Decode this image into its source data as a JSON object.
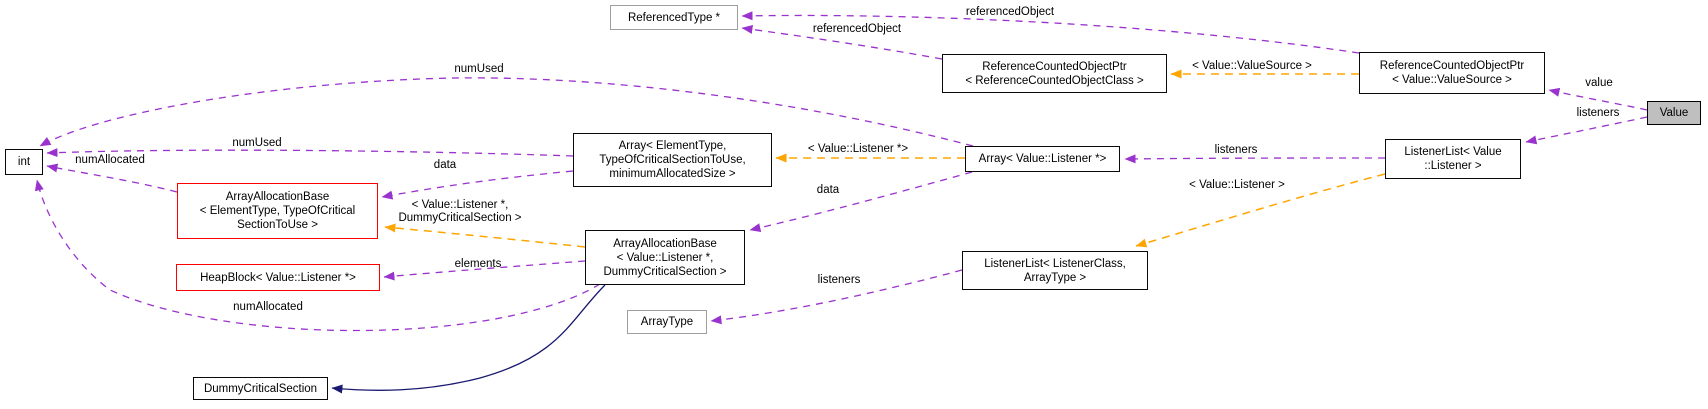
{
  "diagram_type": "collaboration-graph",
  "colors": {
    "usage_edge": "#9a32cd",
    "template_edge": "#ffa500",
    "inheritance_edge": "#191970",
    "highlight_border": "#ff0000",
    "muted_border": "#9f9f9f",
    "node_border": "#000000",
    "focal_fill": "#bfbfbf"
  },
  "nodes": {
    "int": {
      "label": "int"
    },
    "referenced_type": {
      "label": "ReferencedType *"
    },
    "rcop_class": {
      "line1": "ReferenceCountedObjectPtr",
      "line2": "< ReferenceCountedObjectClass >"
    },
    "rcop_valuesource": {
      "line1": "ReferenceCountedObjectPtr",
      "line2": "< Value::ValueSource >"
    },
    "value": {
      "label": "Value"
    },
    "array_generic": {
      "line1": "Array< ElementType,",
      "line2": "TypeOfCriticalSectionToUse,",
      "line3": "minimumAllocatedSize >"
    },
    "array_listener": {
      "label": "Array< Value::Listener *>"
    },
    "listenerlist_value": {
      "line1": "ListenerList< Value",
      "line2": "::Listener >"
    },
    "aab_generic": {
      "line1": "ArrayAllocationBase",
      "line2": "< ElementType, TypeOfCritical",
      "line3": "SectionToUse >"
    },
    "aab_listener": {
      "line1": "ArrayAllocationBase",
      "line2": "< Value::Listener *,",
      "line3": "DummyCriticalSection >"
    },
    "heapblock": {
      "label": "HeapBlock< Value::Listener *>"
    },
    "arraytype": {
      "label": "ArrayType"
    },
    "listenerlist_generic": {
      "line1": "ListenerList< ListenerClass,",
      "line2": "ArrayType >"
    },
    "dummycriticalsection": {
      "label": "DummyCriticalSection"
    }
  },
  "edge_labels": {
    "num_used_top": "numUsed",
    "num_used_mid": "numUsed",
    "num_allocated_upper": "numAllocated",
    "num_allocated_lower": "numAllocated",
    "data_upper": "data",
    "data_lower": "data",
    "elements": "elements",
    "listeners_mid": "listeners",
    "listeners_lower": "listeners",
    "listeners_value": "listeners",
    "value_edge": "value",
    "referenced_object_top": "referencedObject",
    "referenced_object_mid": "referencedObject",
    "tmpl_value_source": "< Value::ValueSource >",
    "tmpl_value_listener_ptr": "< Value::Listener *>",
    "tmpl_value_listener": "< Value::Listener >",
    "tmpl_aab_line1": "< Value::Listener *,",
    "tmpl_aab_line2": "DummyCriticalSection >"
  }
}
